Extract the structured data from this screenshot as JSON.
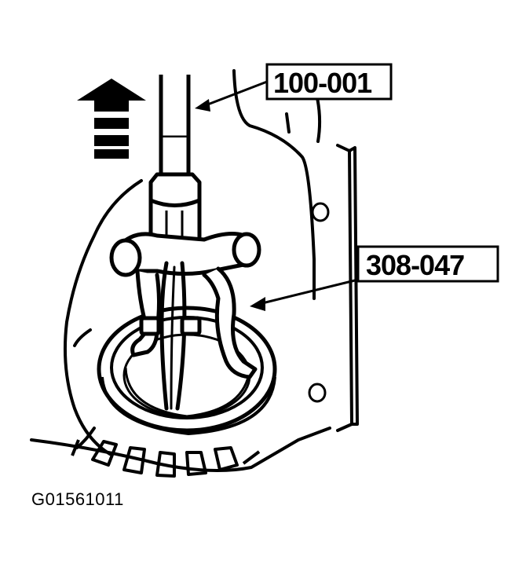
{
  "callouts": {
    "tool_upper": "100-001",
    "tool_lower": "308-047"
  },
  "figure_id": "G01561011",
  "colors": {
    "ink": "#000000",
    "paper": "#ffffff"
  },
  "icons": {
    "direction_arrow": "arrow-up-icon"
  }
}
